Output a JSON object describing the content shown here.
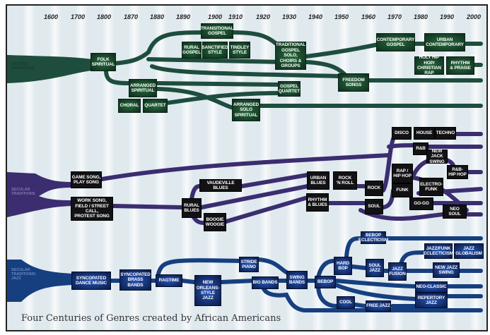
{
  "timeline": {
    "years": [
      "1600",
      "1700",
      "1800",
      "1870",
      "1880",
      "1890",
      "1900",
      "1910",
      "1920",
      "1930",
      "1940",
      "1950",
      "1960",
      "1970",
      "1980",
      "1990",
      "2000"
    ]
  },
  "sections": {
    "sacred": "SACRED\nTRADITIONS",
    "secular": "SECULAR\nTRADITIONS",
    "jazz": "SECULAR\nTRADITIONS:\nJAZZ"
  },
  "colors": {
    "sacred_stream": "#1e4d3d",
    "secular_stream": "#3b2d70",
    "jazz_stream": "#163f80"
  },
  "nodes": {
    "sacred": [
      {
        "id": "transitional-gospel",
        "label": "TRANSITIONAL\nGOSPEL"
      },
      {
        "id": "rural-gospel",
        "label": "RURAL\nGOSPEL"
      },
      {
        "id": "sanctified-style",
        "label": "SANCTIFIED\nSTYLE"
      },
      {
        "id": "tindley-style",
        "label": "TINDLEY\nSTYLE"
      },
      {
        "id": "folk-spiritual",
        "label": "FOLK\nSPIRITUAL"
      },
      {
        "id": "traditional-gospel",
        "label": "TRADITIONAL\nGOSPEL SOLO,\nCHOIRS &\nGROUPS"
      },
      {
        "id": "contemporary-gospel",
        "label": "CONTEMPORARY\nGOSPEL"
      },
      {
        "id": "urban-contemporary",
        "label": "URBAN\nCONTEMPORARY"
      },
      {
        "id": "holy-hip-hop",
        "label": "HOLY HIP HOP/\nCHRISTIAN RAP"
      },
      {
        "id": "rhythm-praise",
        "label": "RHYTHM\n& PRAISE"
      },
      {
        "id": "arranged-spiritual",
        "label": "ARRANGED\nSPIRITUAL"
      },
      {
        "id": "gospel-quartet",
        "label": "GOSPEL\nQUARTET"
      },
      {
        "id": "freedom-songs",
        "label": "FREEDOM\nSONGS"
      },
      {
        "id": "choral",
        "label": "CHORAL"
      },
      {
        "id": "quartet",
        "label": "QUARTET"
      },
      {
        "id": "arranged-solo-spiritual",
        "label": "ARRANGED\nSOLO\nSPIRITUAL"
      }
    ],
    "secular": [
      {
        "id": "game-song",
        "label": "GAME SONG,\nPLAY SONG"
      },
      {
        "id": "work-song",
        "label": "WORK SONG,\nFIELD / STREET CALL,\nPROTEST SONG"
      },
      {
        "id": "vaudeville-blues",
        "label": "VAUDEVILLE BLUES"
      },
      {
        "id": "rural-blues",
        "label": "RURAL\nBLUES"
      },
      {
        "id": "boogie-woogie",
        "label": "BOOGIE\nWOOGIE"
      },
      {
        "id": "urban-blues",
        "label": "URBAN\nBLUES"
      },
      {
        "id": "rock-n-roll",
        "label": "ROCK\n'N ROLL"
      },
      {
        "id": "rhythm-blues",
        "label": "RHYTHM\n& BLUES"
      },
      {
        "id": "rock",
        "label": "ROCK"
      },
      {
        "id": "soul",
        "label": "SOUL"
      },
      {
        "id": "disco",
        "label": "DISCO"
      },
      {
        "id": "house",
        "label": "HOUSE"
      },
      {
        "id": "techno",
        "label": "TECHNO"
      },
      {
        "id": "rnb",
        "label": "R&B"
      },
      {
        "id": "new-jack-swing",
        "label": "NEW JACK\nSWING"
      },
      {
        "id": "rap-hip-hop",
        "label": "RAP /\nHIP HOP"
      },
      {
        "id": "rnb-hip-hop",
        "label": "R&B-\nHIP HOP"
      },
      {
        "id": "funk",
        "label": "FUNK"
      },
      {
        "id": "electro-funk",
        "label": "ELECTRO-\nFUNK"
      },
      {
        "id": "go-go",
        "label": "GO-GO"
      },
      {
        "id": "neo-soul",
        "label": "NEO SOUL"
      }
    ],
    "jazz": [
      {
        "id": "syncopated-dance-music",
        "label": "SYNCOPATED\nDANCE MUSIC"
      },
      {
        "id": "syncopated-brass-bands",
        "label": "SYNCOPATED\nBRASS BANDS"
      },
      {
        "id": "ragtime",
        "label": "RAGTIME"
      },
      {
        "id": "new-orleans-jazz",
        "label": "NEW\nORLEANS-\nSTYLE\nJAZZ"
      },
      {
        "id": "stride-piano",
        "label": "STRIDE\nPIANO"
      },
      {
        "id": "big-bands",
        "label": "BIG BANDS"
      },
      {
        "id": "swing-bands",
        "label": "SWING\nBANDS"
      },
      {
        "id": "bebop",
        "label": "BEBOP"
      },
      {
        "id": "hard-bop",
        "label": "HARD\nBOP"
      },
      {
        "id": "bebop-eclecticism",
        "label": "BEBOP\nECLECTICISM"
      },
      {
        "id": "soul-jazz",
        "label": "SOUL\nJAZZ"
      },
      {
        "id": "jazz-fusion",
        "label": "JAZZ\nFUSION"
      },
      {
        "id": "jazz-funk-eclecticism",
        "label": "JAZZ/FUNK\nECLECTICISM"
      },
      {
        "id": "jazz-globalism",
        "label": "JAZZ\nGLOBALISM"
      },
      {
        "id": "new-jazz-swing",
        "label": "NEW JAZZ\nSWING"
      },
      {
        "id": "neo-classic",
        "label": "NEO-CLASSIC"
      },
      {
        "id": "repertory-jazz",
        "label": "REPERTORY\nJAZZ"
      },
      {
        "id": "cool",
        "label": "COOL"
      },
      {
        "id": "free-jazz",
        "label": "FREE JAZZ"
      }
    ]
  },
  "caption": "Four Centuries of Genres created by African Americans"
}
